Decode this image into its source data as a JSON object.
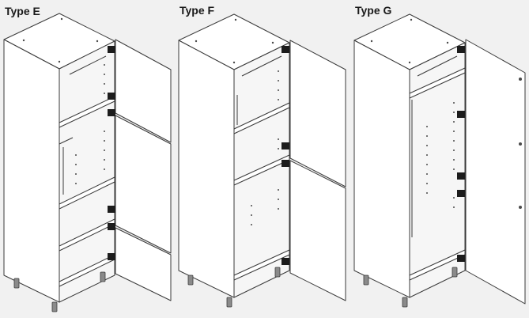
{
  "cabinets": [
    {
      "label": "Type E"
    },
    {
      "label": "Type F"
    },
    {
      "label": "Type G"
    }
  ],
  "colors": {
    "background": "#f1f1f1",
    "panel": "#ffffff",
    "line": "#3a3a3a",
    "hinge": "#1c1c1c"
  }
}
